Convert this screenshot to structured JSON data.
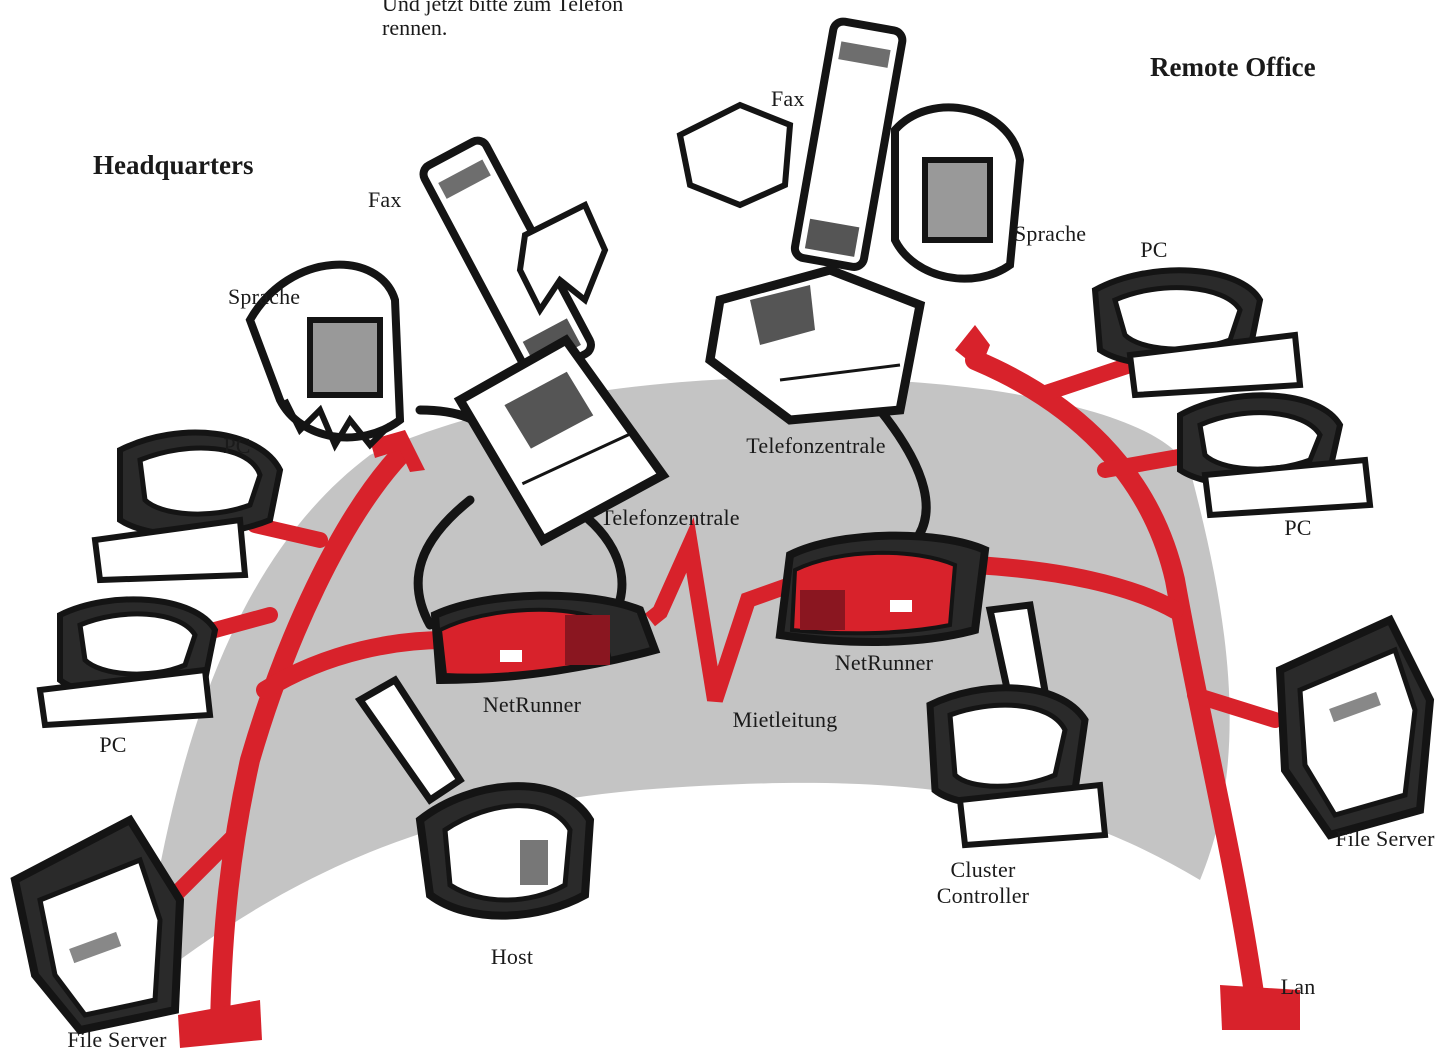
{
  "intro_text": {
    "line1": "Und jetzt bitte zum Telefon",
    "line2": "rennen."
  },
  "headings": {
    "headquarters": "Headquarters",
    "remote_office": "Remote Office"
  },
  "headquarters": {
    "fax": "Fax",
    "voice": "Sprache",
    "pc_top": "PC",
    "pc_bottom": "PC",
    "file_server": "File Server",
    "host": "Host",
    "pbx": "Telefonzentrale",
    "netrunner": "NetRunner"
  },
  "link": {
    "leased_line": "Mietleitung"
  },
  "remote_office": {
    "fax": "Fax",
    "voice": "Sprache",
    "pc_top": "PC",
    "pc_bottom": "PC",
    "file_server": "File Server",
    "pbx": "Telefonzentrale",
    "netrunner": "NetRunner",
    "cluster_controller": "Cluster\nController",
    "lan": "Lan"
  },
  "colors": {
    "network_red": "#d8222b",
    "cloud_gray": "#c4c4c4",
    "outline": "#141414",
    "device_dark": "#8a1620"
  }
}
